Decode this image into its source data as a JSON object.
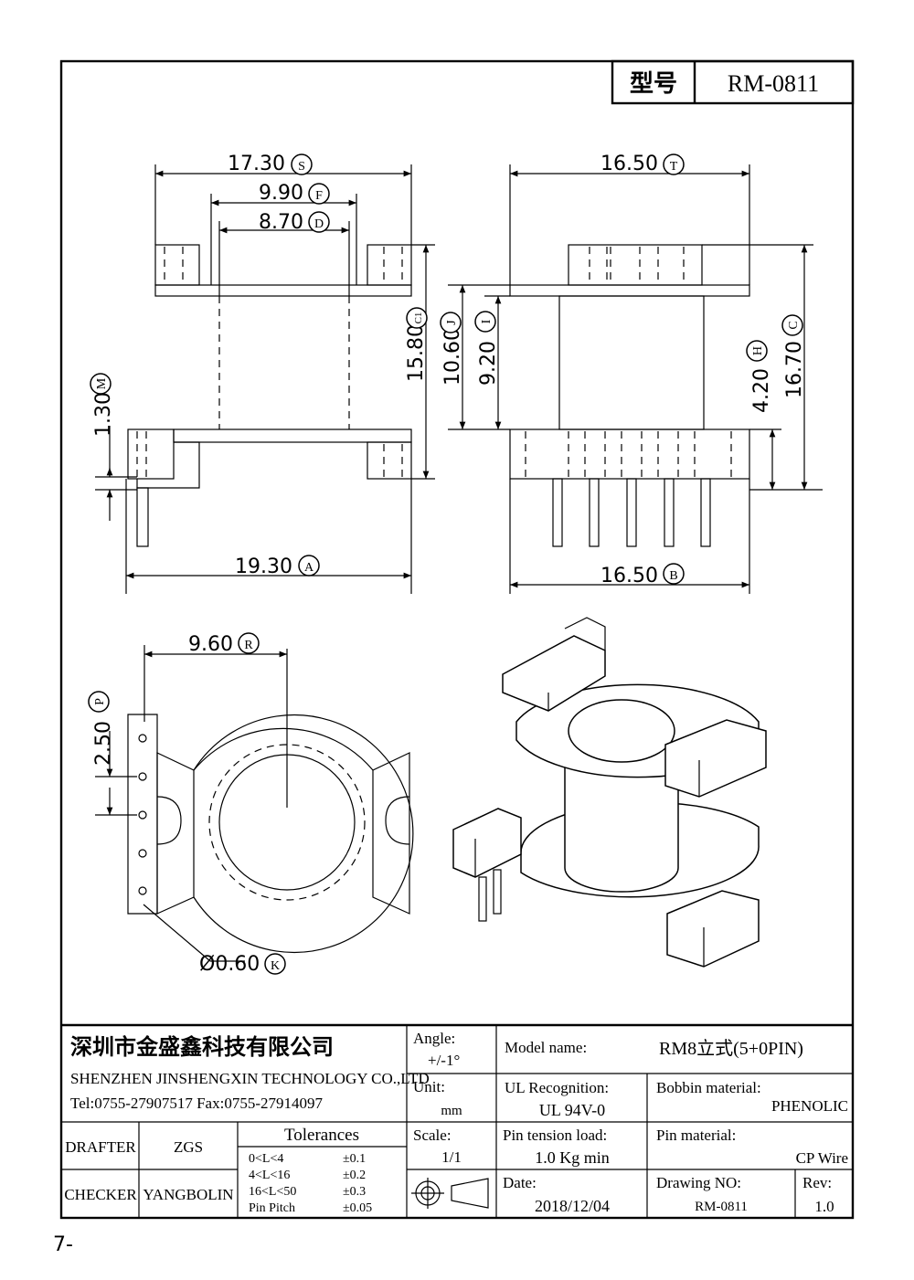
{
  "title_block": {
    "model_label": "型号",
    "model_value": "RM-0811"
  },
  "dimensions": [
    {
      "id": "S",
      "value": "17.30"
    },
    {
      "id": "F",
      "value": "9.90"
    },
    {
      "id": "D",
      "value": "8.70"
    },
    {
      "id": "C1",
      "value": "15.80"
    },
    {
      "id": "J",
      "value": "10.60"
    },
    {
      "id": "I",
      "value": "9.20"
    },
    {
      "id": "M",
      "value": "1.30"
    },
    {
      "id": "A",
      "value": "19.30"
    },
    {
      "id": "T",
      "value": "16.50"
    },
    {
      "id": "H",
      "value": "4.20"
    },
    {
      "id": "C",
      "value": "16.70"
    },
    {
      "id": "B",
      "value": "16.50"
    },
    {
      "id": "R",
      "value": "9.60"
    },
    {
      "id": "P",
      "value": "2.50"
    },
    {
      "id": "K",
      "value": "Ø0.60"
    }
  ],
  "company": {
    "name_cn": "深圳市金盛鑫科技有限公司",
    "name_en": "SHENZHEN JINSHENGXIN TECHNOLOGY CO.,LTD",
    "contact": "Tel:0755-27907517  Fax:0755-27914097"
  },
  "staff": {
    "drafter_label": "DRAFTER",
    "drafter": "ZGS",
    "checker_label": "CHECKER",
    "checker": "YANGBOLIN"
  },
  "tolerances": {
    "title": "Tolerances",
    "rows": [
      {
        "range": "0<L<4",
        "value": "±0.1"
      },
      {
        "range": "4<L<16",
        "value": "±0.2"
      },
      {
        "range": "16<L<50",
        "value": "±0.3"
      },
      {
        "range": "Pin Pitch",
        "value": "±0.05"
      }
    ]
  },
  "specs": {
    "angle_label": "Angle:",
    "angle_value": "+/-1°",
    "unit_label": "Unit:",
    "unit_value": "mm",
    "scale_label": "Scale:",
    "scale_value": "1/1",
    "model_name_label": "Model name:",
    "model_name_value": "RM8立式(5+0PIN)",
    "ul_label": "UL Recognition:",
    "ul_value": "UL 94V-0",
    "bobbin_label": "Bobbin material:",
    "bobbin_value": "PHENOLIC",
    "pin_tension_label": "Pin tension load:",
    "pin_tension_value": "1.0 Kg min",
    "pin_material_label": "Pin material:",
    "pin_material_value": "CP Wire",
    "date_label": "Date:",
    "date_value": "2018/12/04",
    "drawing_no_label": "Drawing NO:",
    "drawing_no_value": "RM-0811",
    "rev_label": "Rev:",
    "rev_value": "1.0"
  },
  "page_number": "7-"
}
